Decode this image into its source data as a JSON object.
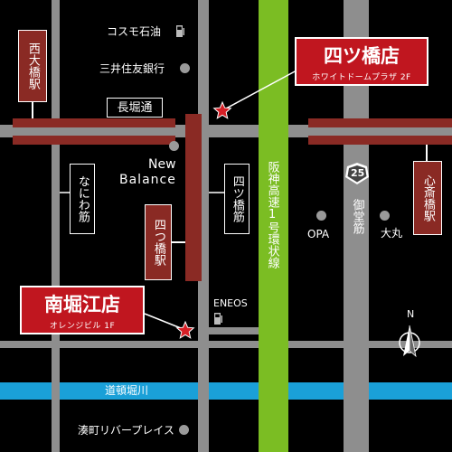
{
  "colors": {
    "background": "#000000",
    "road": "#8e8e8e",
    "expressway": "#7bbd23",
    "river": "#1aa0d8",
    "station": "#8a2a24",
    "shop": "#c0161f",
    "marker": "#d61f26"
  },
  "shops": {
    "yotsubashi": {
      "name": "四ツ橋店",
      "sub": "ホワイトドームプラザ 2F"
    },
    "minamihorie": {
      "name": "南堀江店",
      "sub": "オレンジビル 1F"
    }
  },
  "stations": {
    "nishiohashi": "西大橋駅",
    "yotsubashi": "四つ橋駅",
    "shinsaibashi": "心斎橋駅"
  },
  "streets": {
    "nagahori": "長堀通",
    "naniwa": "なにわ筋",
    "yotsubashi": "四ツ橋筋",
    "midosuji": "御堂筋",
    "expressway": "阪神高速1号環状線",
    "route_number": "25",
    "river": "道頓堀川"
  },
  "landmarks": {
    "cosmo": "コスモ石油",
    "mitsui": "三井住友銀行",
    "newbalance_1": "New",
    "newbalance_2": "Balance",
    "opa": "OPA",
    "daimaru": "大丸",
    "eneos": "ENEOS",
    "minatomachi": "湊町リバープレイス"
  },
  "icons": {
    "gas_station": "gas-station-icon",
    "landmark": "landmark-dot-icon",
    "shop_marker": "star-marker-icon",
    "route_shield": "route-shield-icon",
    "compass": "north-arrow-icon"
  },
  "compass": {
    "label": "N"
  }
}
